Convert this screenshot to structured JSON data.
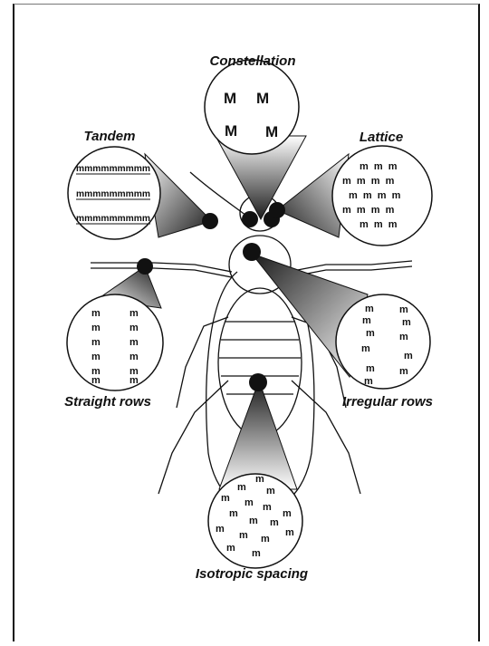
{
  "labels": {
    "constellation": "Constellation",
    "tandem": "Tandem",
    "lattice": "Lattice",
    "straight_rows": "Straight rows",
    "irregular_rows": "Irregular rows",
    "isotropic_spacing": "Isotropic spacing"
  },
  "marks": {
    "constellation": [
      "M",
      "M",
      "M",
      "M"
    ],
    "tandem": [
      "mmmmmmmmm",
      "mmmmmmmmm",
      "mmmmmmmmm"
    ],
    "lattice_rows": [
      "m  m  m",
      "m  m  m  m",
      "m  m  m  m",
      "m  m  m  m",
      "m  m  m"
    ],
    "straight_rows_left": [
      "m",
      "m",
      "m",
      "m",
      "m",
      "m"
    ],
    "straight_rows_right": [
      "m",
      "m",
      "m",
      "m",
      "m",
      "m"
    ],
    "irregular_glyph": "m",
    "isotropic_glyph": "m"
  },
  "colors": {
    "ink": "#111111",
    "cone_dark": "#1a1a1a",
    "cone_light": "#ffffff",
    "paper": "#ffffff"
  }
}
